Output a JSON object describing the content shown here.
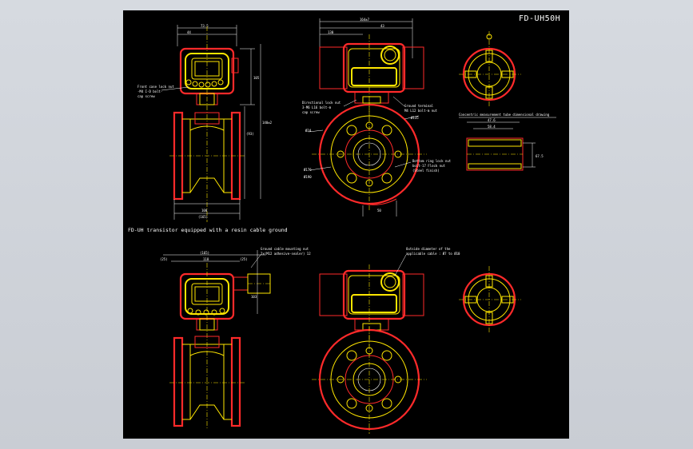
{
  "drawing": {
    "title": "FD-UH50H",
    "section_note": "FD-UH transistor equipped with a resin cable ground"
  },
  "annotations": {
    "front_case_lock": "Front case lock nut",
    "front_case_lock2": "-M4 I-D bolt-",
    "front_case_lock3": "cap screw",
    "directional_lock": "Directional lock nut",
    "directional_lock2": "3-M6 L16 bolt-m",
    "directional_lock3": "cap screw",
    "ground_terminal": "Ground terminal",
    "ground_terminal2": "M4 L12 bolt-m nut",
    "concentric_note": "Concentric measurement tube dimensional drawing",
    "bottom_lock": "Bottom ring lock nut",
    "bottom_lock2": "bolt-17 Flock nut",
    "bottom_lock3": "(Steel finish)",
    "ground_cable": "Ground cable mounting nut",
    "ground_cable2": "2x(M12 adhesive-sealer) 12",
    "outside_diam": "Outside diameter of the",
    "outside_diam2": "applicable cable : Ø7 to Ø10"
  },
  "dimensions": {
    "top_width": "164±7",
    "d1": "73.5",
    "d2": "44",
    "d3": "130",
    "d4": "43",
    "d5": "103",
    "d6": "50",
    "d7": "100",
    "d8": "105",
    "d9": "(93)",
    "d10": "140±2",
    "d11": "Ø135",
    "d12": "Ø176",
    "d13": "Ø190",
    "d14": "Ø24",
    "d15": "47.6",
    "d16": "58.4",
    "d17": "67.5",
    "d18": "(165)",
    "d19": "118",
    "d20": "(25)",
    "d21": "(25)"
  }
}
